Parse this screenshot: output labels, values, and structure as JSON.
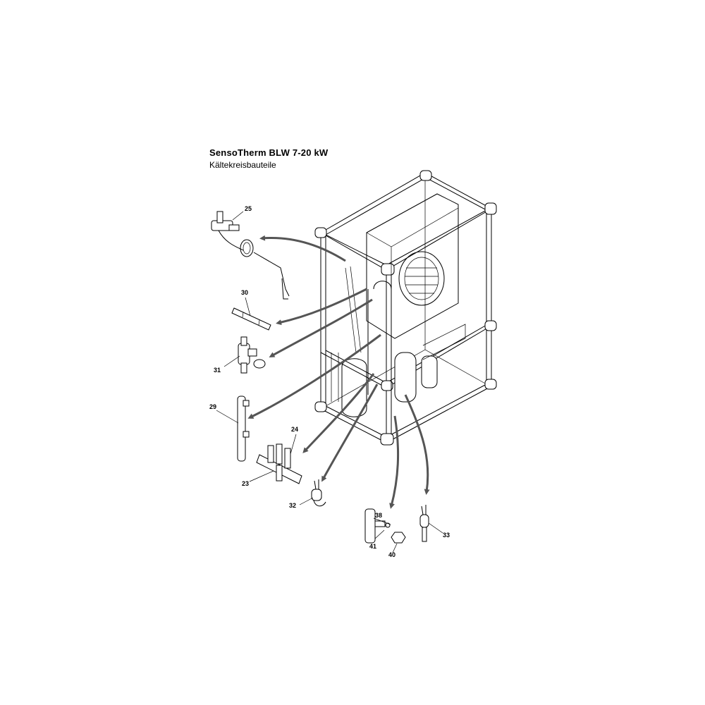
{
  "header": {
    "title": "SensoTherm BLW 7-20 kW",
    "subtitle": "Kältekreisbauteile"
  },
  "callouts": {
    "c25": "25",
    "c30": "30",
    "c31": "31",
    "c29": "29",
    "c24": "24",
    "c23": "23",
    "c32": "32",
    "c38": "38",
    "c41": "41",
    "c40": "40",
    "c33": "33"
  }
}
